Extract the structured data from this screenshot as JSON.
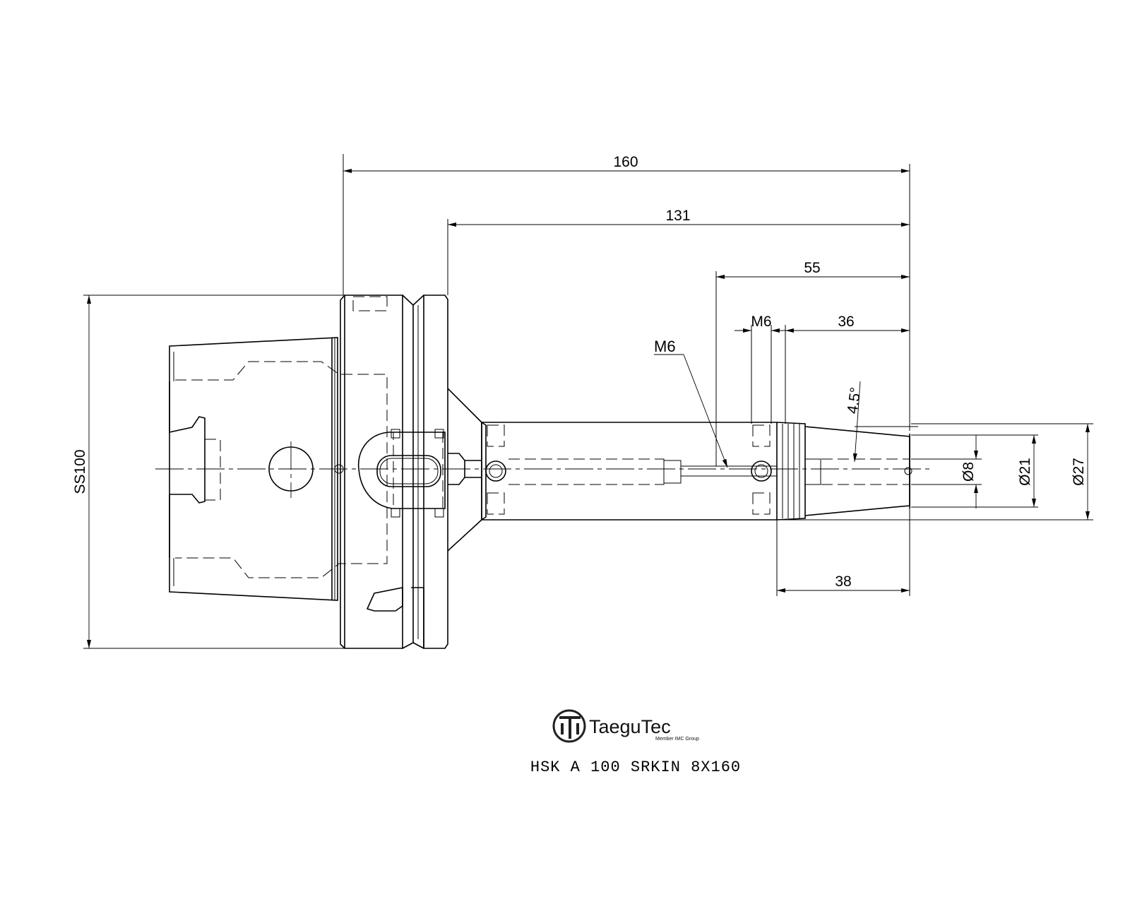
{
  "dimensions": {
    "overall_length": "160",
    "length_from_flange": "131",
    "length_55": "55",
    "thread_callout_top": "M6",
    "length_36": "36",
    "thread_callout_side": "M6",
    "taper_angle": "4.5°",
    "bore_diameter": "Ø8",
    "nose_diameter": "Ø21",
    "body_diameter": "Ø27",
    "length_38": "38",
    "flange_size": "SS100"
  },
  "brand": {
    "name": "TaeguTec",
    "tagline": "Member IMC Group",
    "logo_icon": "taegutec-logo-icon"
  },
  "part": {
    "designation": "HSK A 100 SRKIN 8X160"
  }
}
